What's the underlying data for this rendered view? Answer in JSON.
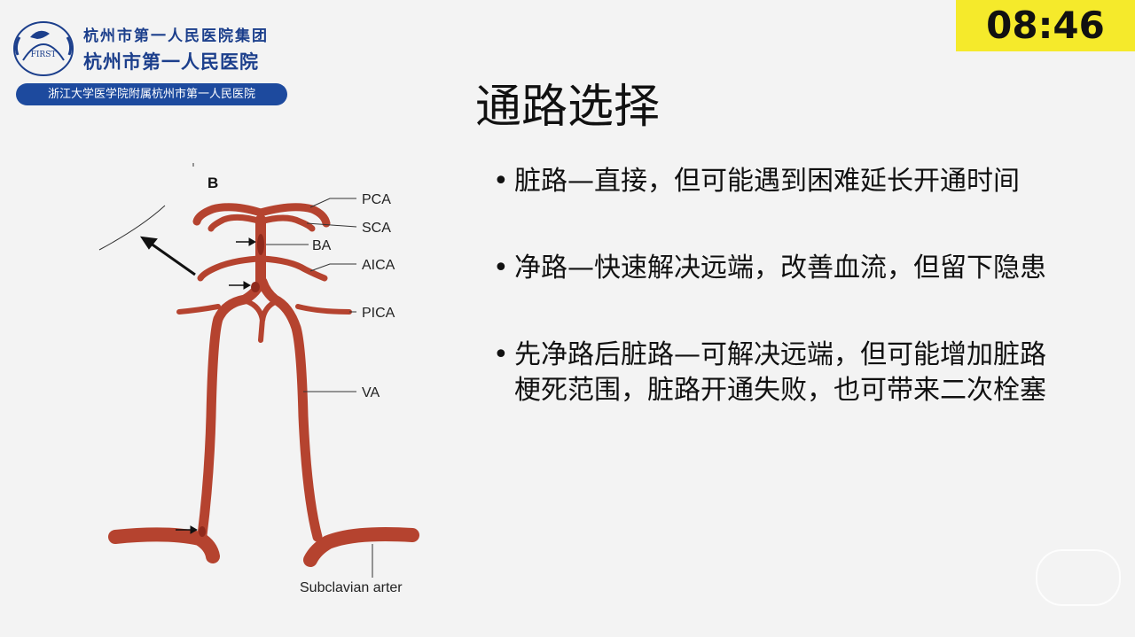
{
  "header": {
    "hospital_group": "杭州市第一人民医院集团",
    "hospital_name": "杭州市第一人民医院",
    "affiliation": "浙江大学医学院附属杭州市第一人民医院",
    "seal_text": "FIRST"
  },
  "timer": "08:46",
  "slide": {
    "title": "通路选择",
    "bullets": [
      "脏路—直接，但可能遇到困难延长开通时间",
      "净路—快速解决远端，改善血流，但留下隐患",
      "先净路后脏路—可解决远端，但可能增加脏路梗死范围，脏路开通失败，也可带来二次栓塞"
    ]
  },
  "diagram": {
    "panel_label": "B",
    "labels": {
      "pca": "PCA",
      "sca": "SCA",
      "ba": "BA",
      "aica": "AICA",
      "pica": "PICA",
      "va": "VA",
      "subclavian": "Subclavian arter"
    },
    "colors": {
      "vessel": "#b5432f",
      "vessel_dark": "#8f2a1c"
    }
  }
}
